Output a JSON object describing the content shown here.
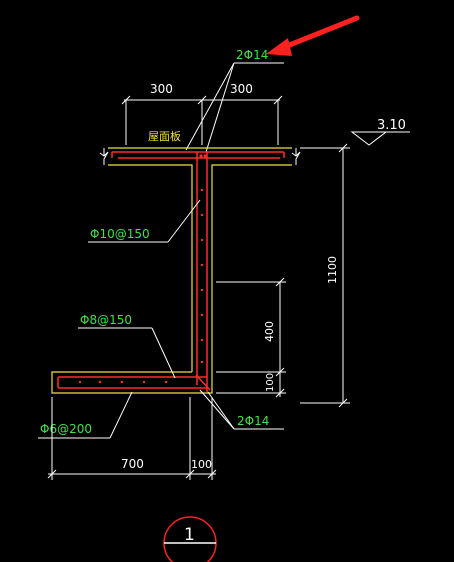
{
  "drawing": {
    "rebar_top_note": "2Φ14",
    "rebar_bottom_note": "2Φ14",
    "stirrup_wall_note": "Φ10@150",
    "stirrup_corner_note": "Φ8@150",
    "stirrup_base_note": "Φ6@200",
    "slab_label": "屋面板",
    "dim_top_left": "300",
    "dim_top_right": "300",
    "dim_height_total": "1100",
    "dim_height_lower": "400",
    "dim_base_thickness": "100",
    "dim_base_width": "700",
    "dim_wall_thickness": "100",
    "elevation": "3.10",
    "section_mark": "1"
  },
  "colors": {
    "background": "#000000",
    "outline": "#f0e040",
    "rebar": "#ff2a2a",
    "annotation": "#3fe04a",
    "dimension": "#ffffff",
    "arrow": "#ff2020"
  }
}
